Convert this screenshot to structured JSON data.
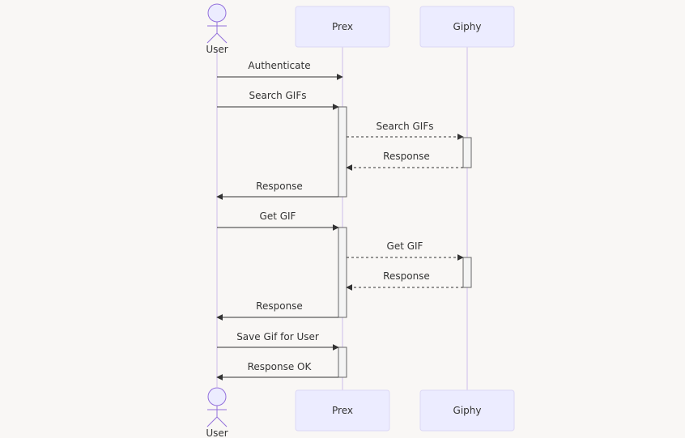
{
  "participants": {
    "user": "User",
    "prex": "Prex",
    "giphy": "Giphy"
  },
  "messages": [
    "Authenticate",
    "Search GIFs",
    "Search GIFs",
    "Response",
    "Response",
    "Get GIF",
    "Get GIF",
    "Response",
    "Response",
    "Save Gif for User",
    "Response OK"
  ],
  "colors": {
    "actor_fill": "#ececff",
    "actor_border": "#dcd8f5",
    "lifeline": "#dcd0ee",
    "arrow": "#333333",
    "background": "#f9f7f5"
  }
}
